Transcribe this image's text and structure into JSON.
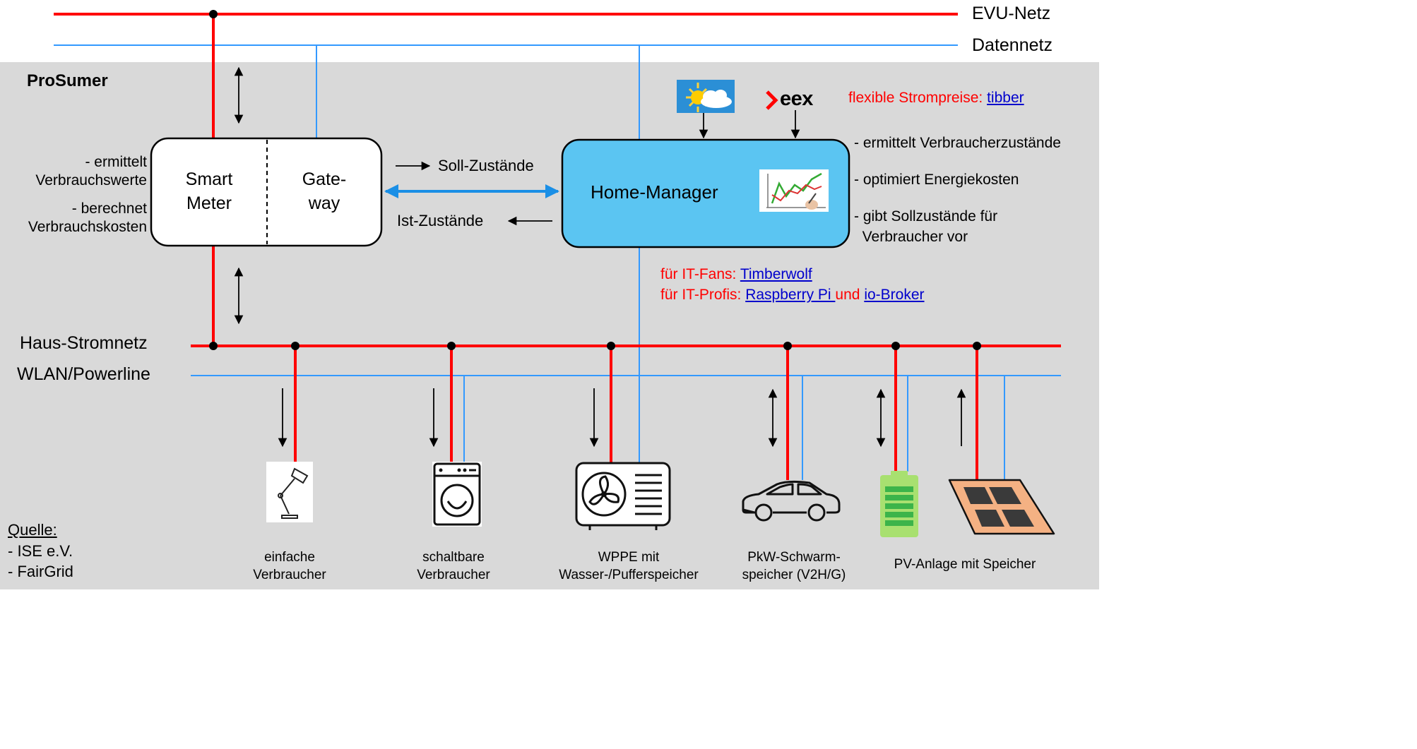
{
  "networks": {
    "evu": "EVU-Netz",
    "daten": "Datennetz",
    "haus": "Haus-Stromnetz",
    "wlan": "WLAN/Powerline"
  },
  "prosumer_title": "ProSumer",
  "smart_meter": {
    "meter_label": "Smart\nMeter",
    "gateway_label": "Gate-\nway",
    "notes": [
      "- ermittelt\nVerbrauchswerte",
      "- berechnet\nVerbrauchskosten"
    ]
  },
  "flows": {
    "soll": "Soll-Zustände",
    "ist": "Ist-Zustände"
  },
  "home_manager": {
    "label": "Home-Manager",
    "notes": [
      "- ermittelt Verbraucherzustände",
      "- optimiert Energiekosten",
      "- gibt Sollzustände für\n  Verbraucher vor"
    ]
  },
  "logos": {
    "eex": "eex",
    "weather": "weather-icon"
  },
  "prices": {
    "text": "flexible Strompreise:",
    "link": "tibber"
  },
  "it_hints": {
    "fans_text": "für IT-Fans:",
    "fans_link": "Timberwolf",
    "profis_text": "für IT-Profis:",
    "profis_link1": "Raspberry Pi ",
    "and": "und",
    "profis_link2": "io-Broker"
  },
  "devices": [
    {
      "label": "einfache\nVerbraucher",
      "icon": "desk-lamp-icon"
    },
    {
      "label": "schaltbare\nVerbraucher",
      "icon": "washing-machine-icon"
    },
    {
      "label": "WPPE mit\nWasser-/Pufferspeicher",
      "icon": "heat-pump-icon"
    },
    {
      "label": "PkW-Schwarm-\nspeicher (V2H/G)",
      "icon": "car-icon"
    },
    {
      "label": "PV-Anlage mit Speicher",
      "icon": "battery-icon"
    }
  ],
  "source": {
    "heading": "Quelle:",
    "items": [
      "- ISE e.V.",
      "- FairGrid"
    ]
  },
  "colors": {
    "power_line": "#ff0000",
    "data_line": "#3399ff",
    "prosumer_bg": "#d9d9d9",
    "home_manager_fill": "#5bc5f2",
    "link": "#0000cc"
  }
}
